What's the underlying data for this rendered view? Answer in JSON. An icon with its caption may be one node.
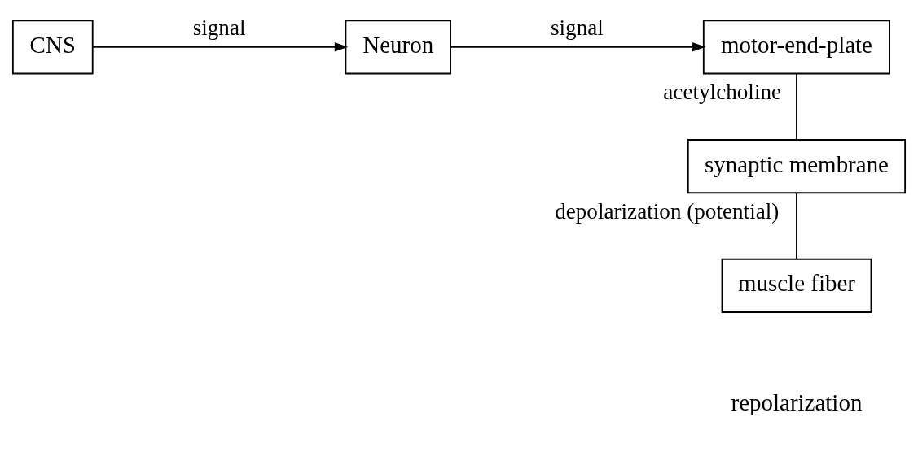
{
  "diagram": {
    "nodes": [
      {
        "text": [
          "CNS"
        ]
      },
      {
        "text": [
          "Neuron"
        ]
      },
      {
        "text": [
          "motor-end-plate"
        ]
      },
      {
        "text": [
          "synaptic membrane"
        ]
      },
      {
        "text": [
          "muscle fiber"
        ]
      }
    ],
    "edges": [
      {
        "from": 0,
        "to": 1,
        "arrow": "to",
        "label": "signal"
      },
      {
        "from": 1,
        "to": 2,
        "arrow": "to",
        "label": "signal"
      },
      {
        "from": 2,
        "to": 3,
        "arrow": "none",
        "label": "acetylcholine"
      },
      {
        "from": 3,
        "to": 4,
        "arrow": "none",
        "label": "depolarization (potential)"
      }
    ],
    "labels": [
      "repolarization"
    ]
  }
}
